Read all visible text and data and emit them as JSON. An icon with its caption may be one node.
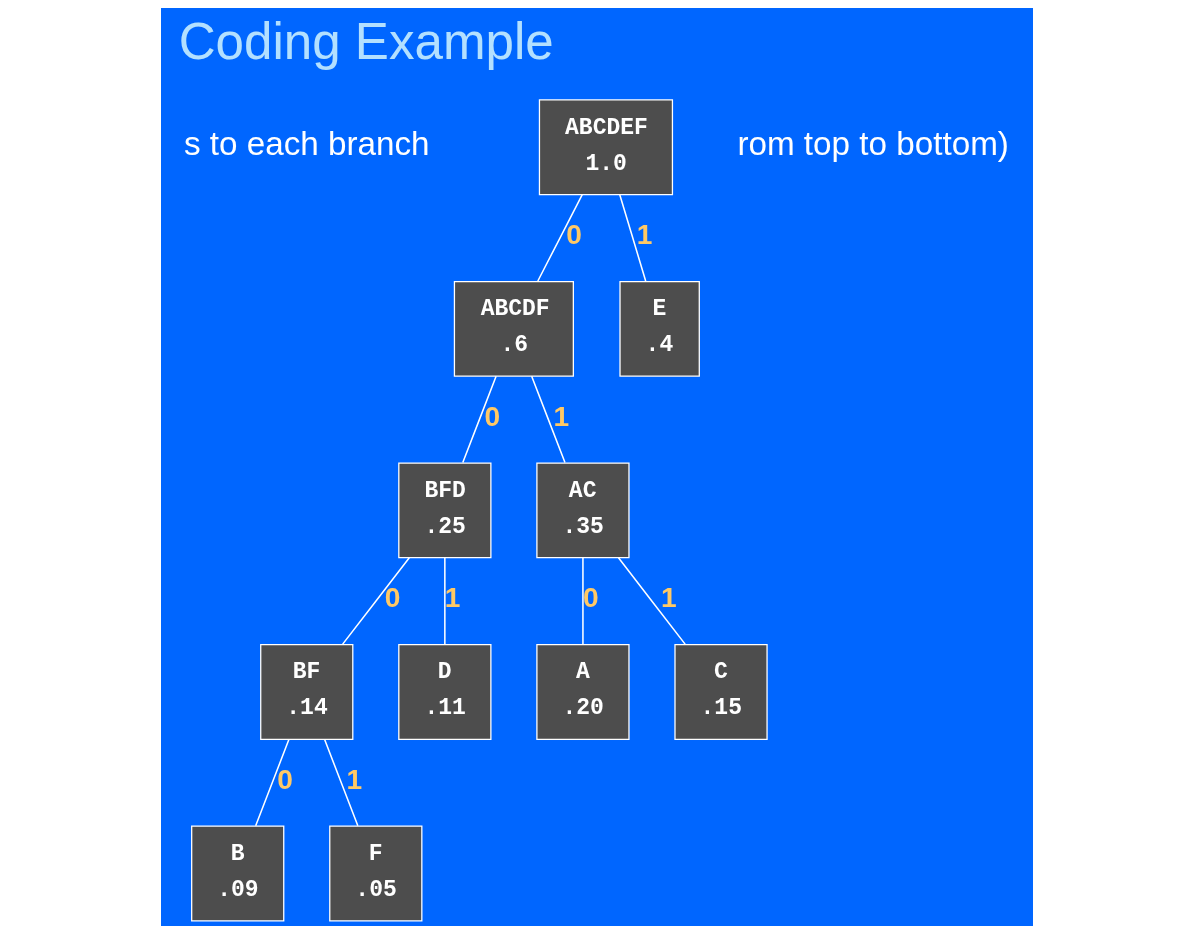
{
  "diagram": {
    "title": "Coding Example",
    "nodes": [
      {
        "text": [
          "ABCDEF",
          "1.0"
        ]
      },
      {
        "text": [
          "ABCDF",
          ".6"
        ]
      },
      {
        "text": [
          "E",
          ".4"
        ]
      },
      {
        "text": [
          "BFD",
          ".25"
        ]
      },
      {
        "text": [
          "AC",
          ".35"
        ]
      },
      {
        "text": [
          "BF",
          ".14"
        ]
      },
      {
        "text": [
          "D",
          ".11"
        ]
      },
      {
        "text": [
          "A",
          ".20"
        ]
      },
      {
        "text": [
          "C",
          ".15"
        ]
      },
      {
        "text": [
          "B",
          ".09"
        ]
      },
      {
        "text": [
          "F",
          ".05"
        ]
      }
    ],
    "edges": [
      {
        "from": 0,
        "to": 1,
        "arrow": "none",
        "label": "0"
      },
      {
        "from": 0,
        "to": 2,
        "arrow": "none",
        "label": "1"
      },
      {
        "from": 1,
        "to": 3,
        "arrow": "none",
        "label": "0"
      },
      {
        "from": 1,
        "to": 4,
        "arrow": "none",
        "label": "1"
      },
      {
        "from": 3,
        "to": 5,
        "arrow": "none",
        "label": "0"
      },
      {
        "from": 3,
        "to": 6,
        "arrow": "none",
        "label": "1"
      },
      {
        "from": 4,
        "to": 7,
        "arrow": "none",
        "label": "0"
      },
      {
        "from": 4,
        "to": 8,
        "arrow": "none",
        "label": "1"
      },
      {
        "from": 5,
        "to": 9,
        "arrow": "none",
        "label": "0"
      },
      {
        "from": 5,
        "to": 10,
        "arrow": "none",
        "label": "1"
      }
    ],
    "labels": [
      "s to each branch",
      "rom top to bottom)"
    ]
  }
}
